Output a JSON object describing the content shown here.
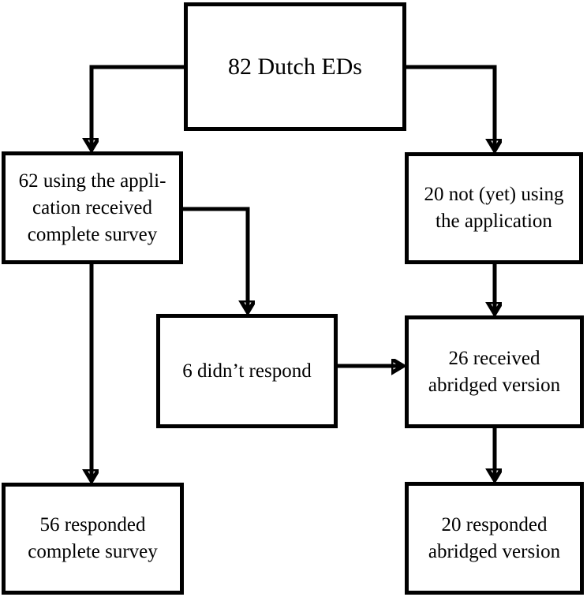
{
  "colors": {
    "background": "#ffffff",
    "box_border": "#000000",
    "text": "#000000",
    "line": "#000000"
  },
  "nodes": {
    "total": {
      "label": "82 Dutch EDs"
    },
    "using_app": {
      "label": "62 using the appli-\ncation received\ncomplete survey"
    },
    "not_using_app": {
      "label": "20 not (yet) using\nthe application"
    },
    "no_respond": {
      "label": "6 didn’t respond"
    },
    "abridged_received": {
      "label": "26 received\nabridged version"
    },
    "complete_responded": {
      "label": "56 responded\ncomplete survey"
    },
    "abridged_responded": {
      "label": "20 responded\nabridged version"
    }
  },
  "edges": [
    {
      "from": "total",
      "to": "using_app"
    },
    {
      "from": "total",
      "to": "not_using_app"
    },
    {
      "from": "using_app",
      "to": "no_respond"
    },
    {
      "from": "not_using_app",
      "to": "abridged_received"
    },
    {
      "from": "no_respond",
      "to": "abridged_received"
    },
    {
      "from": "using_app",
      "to": "complete_responded"
    },
    {
      "from": "abridged_received",
      "to": "abridged_responded"
    }
  ]
}
